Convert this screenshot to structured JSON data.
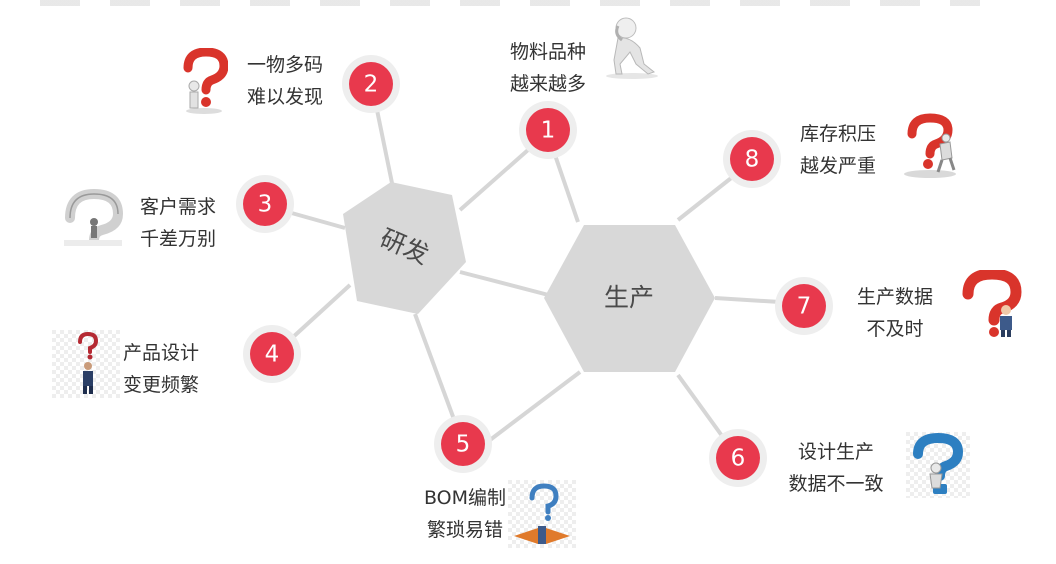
{
  "hubs": [
    {
      "id": "rd",
      "label": "研发"
    },
    {
      "id": "prod",
      "label": "生产"
    }
  ],
  "nodes": [
    {
      "number": "1",
      "lines": [
        "物料品种",
        "越来越多"
      ],
      "hub": "both"
    },
    {
      "number": "2",
      "lines": [
        "一物多码",
        "难以发现"
      ],
      "hub": "rd"
    },
    {
      "number": "3",
      "lines": [
        "客户需求",
        "千差万别"
      ],
      "hub": "rd"
    },
    {
      "number": "4",
      "lines": [
        "产品设计",
        "变更频繁"
      ],
      "hub": "rd"
    },
    {
      "number": "5",
      "lines": [
        "BOM编制",
        "繁琐易错"
      ],
      "hub": "both"
    },
    {
      "number": "6",
      "lines": [
        "设计生产",
        "数据不一致"
      ],
      "hub": "prod"
    },
    {
      "number": "7",
      "lines": [
        "生产数据",
        "不及时"
      ],
      "hub": "prod"
    },
    {
      "number": "8",
      "lines": [
        "库存积压",
        "越发严重"
      ],
      "hub": "prod"
    }
  ],
  "colors": {
    "node_fill": "#e8394d",
    "node_ring": "#eeeeee",
    "hub_fill": "#d8d8d8",
    "connector": "#d6d6d6",
    "question_red": "#d9342b",
    "question_blue": "#2d7fc1"
  },
  "icons": [
    "thinking-person-icon",
    "question-mark-person-icon",
    "question-mark-person-icon",
    "question-mark-person-icon",
    "question-mark-person-icon",
    "question-mark-person-icon",
    "question-mark-person-icon",
    "question-mark-person-icon"
  ]
}
